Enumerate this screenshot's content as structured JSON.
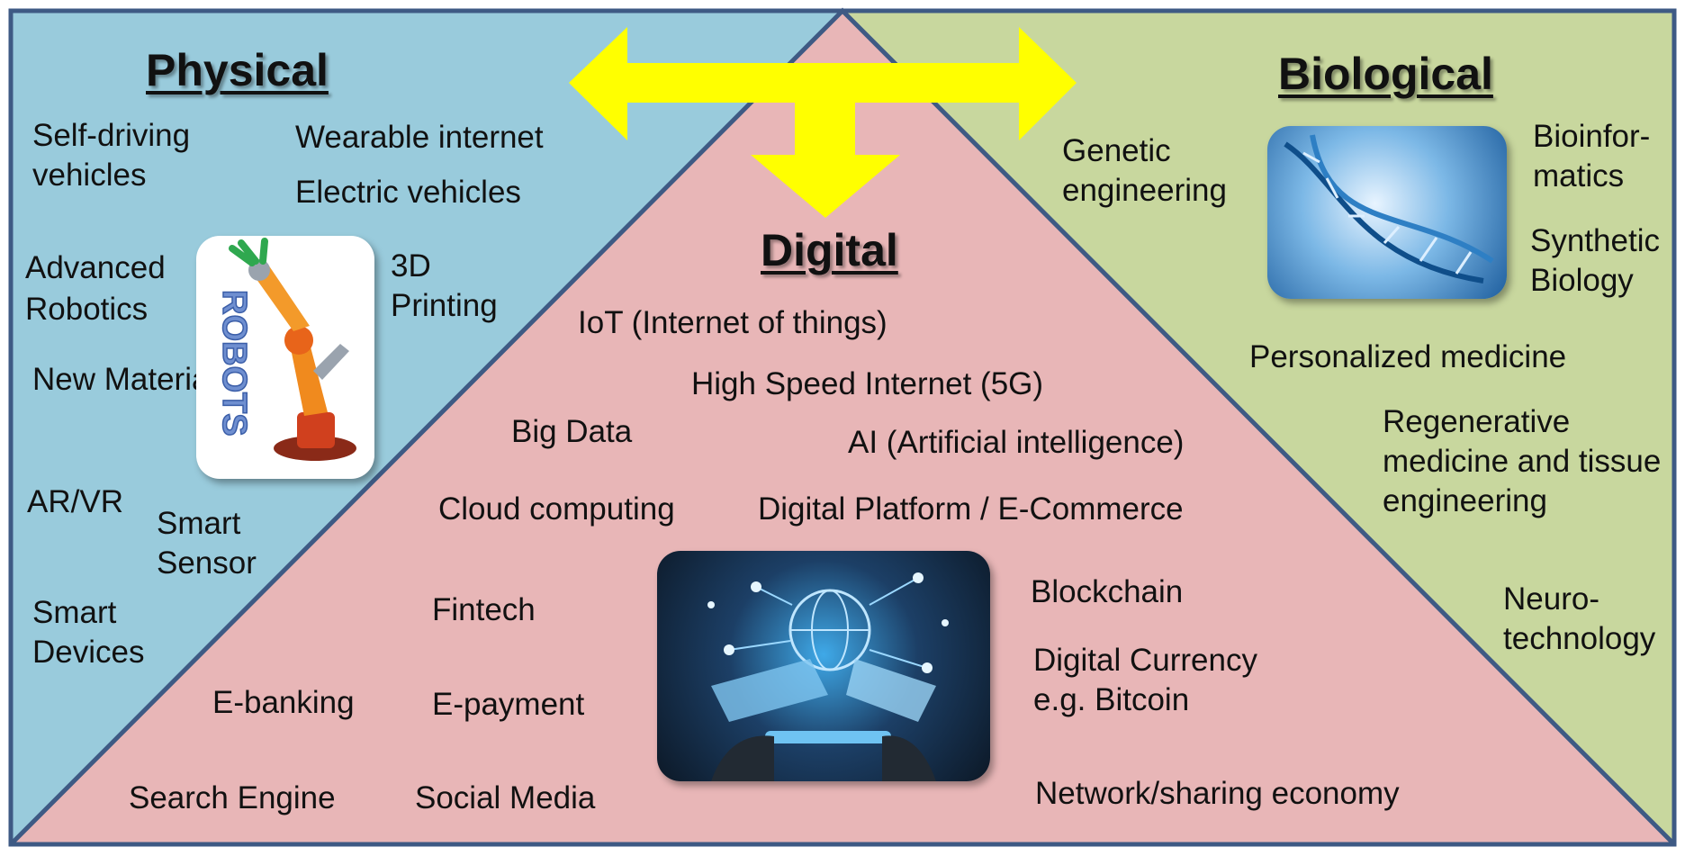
{
  "colors": {
    "physical": "#99CBDC",
    "digital": "#E8B6B7",
    "biological": "#C8D79E",
    "border": "#3E5A84",
    "arrow": "#FFFF00"
  },
  "physical": {
    "title": "Physical",
    "items": [
      "Self-driving",
      "vehicles",
      "Wearable internet",
      "Electric vehicles",
      "Advanced",
      "Robotics",
      "3D",
      "Printing",
      "New Materials",
      "AR/VR",
      "Smart",
      "Sensor",
      "Smart",
      "Devices"
    ],
    "image_word": "ROBOTS"
  },
  "digital": {
    "title": "Digital",
    "items": [
      "IoT (Internet of things)",
      "High Speed Internet (5G)",
      "Big Data",
      "AI (Artificial intelligence)",
      "Cloud computing",
      "Digital Platform / E-Commerce",
      "Fintech",
      "Blockchain",
      "Digital Currency",
      "e.g. Bitcoin",
      "E-banking",
      "E-payment",
      "Search Engine",
      "Social Media",
      "Network/sharing economy"
    ]
  },
  "biological": {
    "title": "Biological",
    "items": [
      "Genetic",
      "engineering",
      "Bioinfor-",
      "matics",
      "Synthetic",
      "Biology",
      "Personalized medicine",
      "Regenerative",
      "medicine and tissue",
      "engineering",
      "Neuro-",
      "technology"
    ]
  },
  "icons": [
    "double-headed-arrow-icon",
    "down-arrow-icon",
    "robot-arm-icon",
    "dna-helix-icon",
    "digital-network-icon"
  ]
}
